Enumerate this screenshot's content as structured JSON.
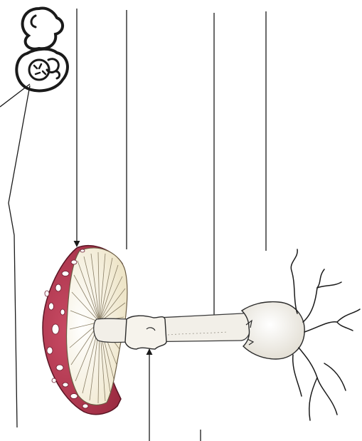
{
  "figure": {
    "subject": "fly-agaric-mushroom",
    "colors": {
      "cap": "#b4364f",
      "cap_dark": "#8e2438",
      "gills": "#f4eedc",
      "gill_lines": "#8a7f66",
      "stalk": "#f2efe8",
      "ink": "#1a1a1a",
      "spots": "#ffffff"
    }
  },
  "label_lines": [
    {
      "id": "cap-pointer",
      "has_arrow": true
    },
    {
      "id": "gills-pointer",
      "has_arrow": false
    },
    {
      "id": "stalk-pointer",
      "has_arrow": true
    },
    {
      "id": "volva-pointer",
      "has_arrow": false
    },
    {
      "id": "ring-pointer",
      "has_arrow": true
    },
    {
      "id": "bottom-tick",
      "has_arrow": false
    },
    {
      "id": "spores-pointer",
      "has_arrow": false
    }
  ]
}
